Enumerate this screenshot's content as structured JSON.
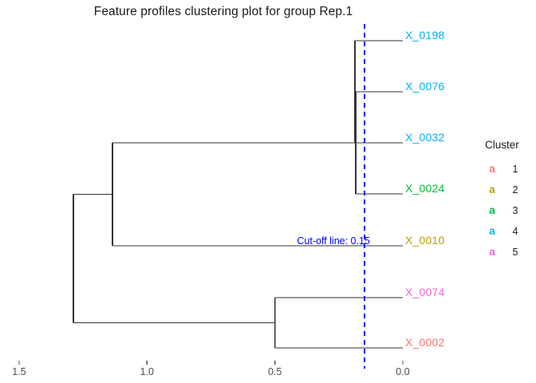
{
  "title": "Feature profiles clustering plot for group Rep.1",
  "chart_data": {
    "type": "tree",
    "title": "Feature profiles clustering plot for group Rep.1",
    "xlabel": "",
    "ylabel": "",
    "orientation": "horizontal-right-to-left",
    "xlim": [
      1.5,
      0.0
    ],
    "xticks": [
      1.5,
      1.0,
      0.5,
      0.0
    ],
    "xticklabels": [
      "1.5",
      "1.0",
      "0.5",
      "0.0"
    ],
    "grid": false,
    "cutoff": {
      "value": 0.15,
      "label": "Cut-off line: 0.15",
      "color": "#0000ff",
      "style": "dashed"
    },
    "leaves": [
      {
        "label": "X_0198",
        "cluster": 4,
        "color": "#00B0F6",
        "order": 1,
        "height": 0.0
      },
      {
        "label": "X_0076",
        "cluster": 4,
        "color": "#00B0F6",
        "order": 2,
        "height": 0.0
      },
      {
        "label": "X_0032",
        "cluster": 4,
        "color": "#00B0F6",
        "order": 3,
        "height": 0.0
      },
      {
        "label": "X_0024",
        "cluster": 3,
        "color": "#00BA38",
        "order": 4,
        "height": 0.0
      },
      {
        "label": "X_0010",
        "cluster": 2,
        "color": "#B79F00",
        "order": 5,
        "height": 0.0
      },
      {
        "label": "X_0074",
        "cluster": 5,
        "color": "#F564E3",
        "order": 6,
        "height": 0.0
      },
      {
        "label": "X_0002",
        "cluster": 1,
        "color": "#F8766D",
        "order": 7,
        "height": 0.0
      }
    ],
    "merges": [
      {
        "id": "m1",
        "height": 0.187,
        "children": [
          "X_0198",
          "X_0032"
        ],
        "note": "cyan triple spine"
      },
      {
        "id": "m2",
        "height": 0.184,
        "children": [
          "m1",
          "X_0024"
        ]
      },
      {
        "id": "m3",
        "height": 0.5,
        "children": [
          "X_0074",
          "X_0002"
        ]
      },
      {
        "id": "m4",
        "height": 1.135,
        "children": [
          "m2",
          "X_0010"
        ]
      },
      {
        "id": "m5",
        "height": 1.288,
        "children": [
          "m4",
          "m3"
        ],
        "note": "root"
      }
    ],
    "branch_color": "#333333"
  },
  "axis": {
    "ticks": [
      {
        "label": "1.5",
        "value": 1.5
      },
      {
        "label": "1.0",
        "value": 1.0
      },
      {
        "label": "0.5",
        "value": 0.5
      },
      {
        "label": "0.0",
        "value": 0.0
      }
    ]
  },
  "legend": {
    "title": "Cluster",
    "key_glyph": "a",
    "items": [
      {
        "value": "1",
        "color": "#F8766D"
      },
      {
        "value": "2",
        "color": "#B79F00"
      },
      {
        "value": "3",
        "color": "#00BA38"
      },
      {
        "value": "4",
        "color": "#00B0F6"
      },
      {
        "value": "5",
        "color": "#F564E3"
      }
    ]
  }
}
